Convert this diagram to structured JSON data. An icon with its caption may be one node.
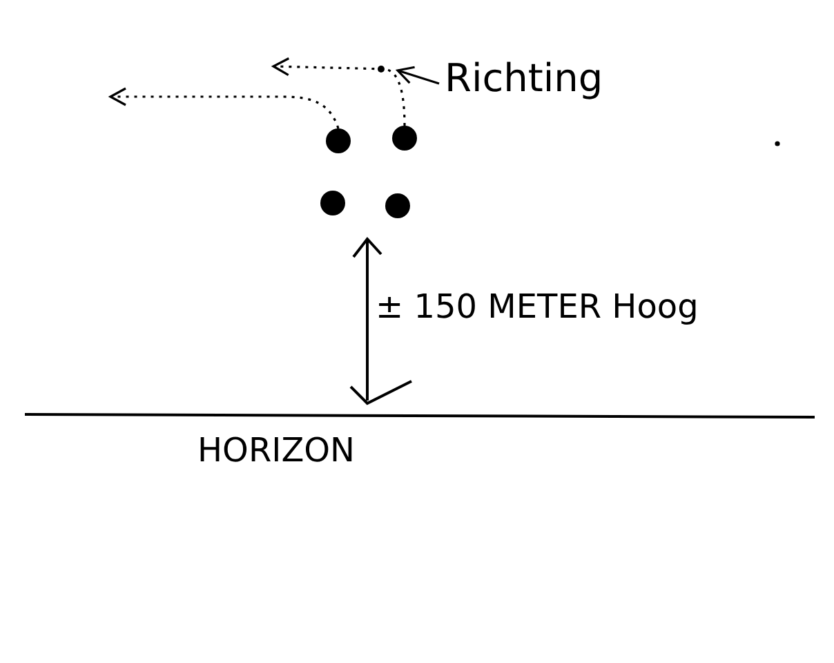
{
  "diagram": {
    "nodes": [
      {
        "text": [
          "Richting"
        ]
      },
      {
        "text": [],
        "shape": "circle"
      },
      {
        "text": [],
        "shape": "circle"
      },
      {
        "text": [],
        "shape": "circle"
      },
      {
        "text": [],
        "shape": "circle"
      }
    ],
    "edges": [
      {
        "from": 1,
        "to": null,
        "arrow": "to",
        "style": "dashed"
      },
      {
        "from": 2,
        "to": null,
        "arrow": "to",
        "style": "dashed"
      },
      {
        "from": 0,
        "to": null,
        "arrow": "to"
      }
    ],
    "labels": [
      "± 150 METER Hoog",
      "HORIZON"
    ]
  }
}
